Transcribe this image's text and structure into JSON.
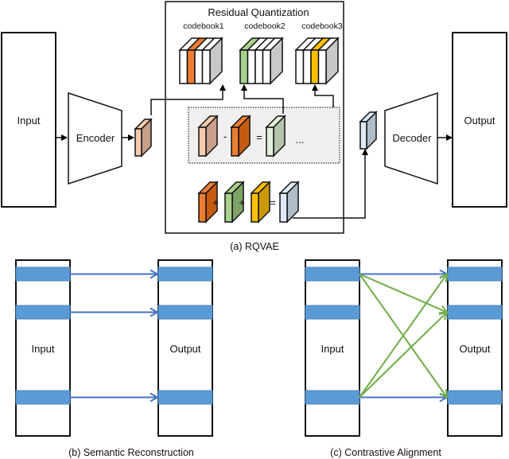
{
  "panel_a": {
    "caption": "(a) RQVAE",
    "rq_title": "Residual Quantization",
    "input_label": "Input",
    "encoder_label": "Encoder",
    "decoder_label": "Decoder",
    "output_label": "Output",
    "codebooks": [
      {
        "label": "codebook1",
        "color": "#ED7D31",
        "selected_index": 1
      },
      {
        "label": "codebook2",
        "color": "#A9D18E",
        "selected_index": 0
      },
      {
        "label": "codebook3",
        "color": "#FFC000",
        "selected_index": 2
      }
    ],
    "residual_ops": {
      "minus": "-",
      "equals": "=",
      "ellipsis": "..."
    },
    "sum_ops": {
      "plus": "+",
      "equals": "="
    },
    "colors": {
      "latent_face": "#F8CBAD",
      "latent_side": "#C9A08A",
      "codeword1_face": "#ED7D31",
      "codeword1_side": "#C55A11",
      "residual_face": "#E2F0D9",
      "residual_side": "#B5C4AC",
      "codeword2_face": "#A9D18E",
      "codeword2_side": "#7FA366",
      "codeword3_face": "#FFC000",
      "codeword3_side": "#CC9A00",
      "quantized_face": "#DEEBF7",
      "quantized_side": "#B0BCC8",
      "dotted_box_fill": "#EFEFEF"
    }
  },
  "panel_b": {
    "caption": "(b) Semantic Reconstruction",
    "input_label": "Input",
    "output_label": "Output",
    "links": [
      [
        0,
        0
      ],
      [
        1,
        1
      ],
      [
        2,
        2
      ]
    ]
  },
  "panel_c": {
    "caption": "(c) Contrastive Alignment",
    "input_label": "Input",
    "output_label": "Output",
    "positive_links": [
      [
        0,
        0
      ],
      [
        2,
        2
      ]
    ],
    "negative_links": [
      [
        0,
        1
      ],
      [
        0,
        2
      ],
      [
        2,
        0
      ],
      [
        2,
        1
      ]
    ]
  },
  "colors": {
    "token_fill": "#5B9BD5",
    "token_stroke": "#4A86C0",
    "positive_arrow": "#4472C4",
    "negative_arrow": "#70AD47"
  }
}
